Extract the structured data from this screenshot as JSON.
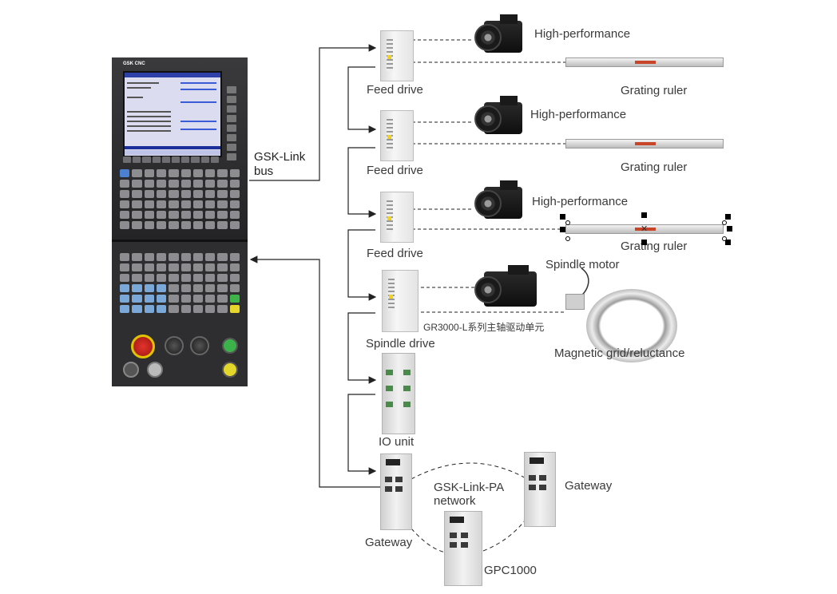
{
  "bus_label": {
    "line1": "GSK-Link",
    "line2": "bus"
  },
  "cnc": {
    "brand": "GSK CNC"
  },
  "feed_drives": [
    {
      "label": "Feed drive",
      "motor_label": "High-performance",
      "ruler_label": "Grating ruler"
    },
    {
      "label": "Feed drive",
      "motor_label": "High-performance",
      "ruler_label": "Grating ruler"
    },
    {
      "label": "Feed drive",
      "motor_label": "High-performance",
      "ruler_label": "Grating ruler"
    }
  ],
  "spindle": {
    "drive_label": "Spindle drive",
    "motor_label": "Spindle motor",
    "unit_label": "GR3000-L系列主轴驱动单元",
    "encoder_label": "Magnetic grid/reluctance"
  },
  "io_unit": {
    "label": "IO unit"
  },
  "network": {
    "label_line1": "GSK-Link-PA",
    "label_line2": "network",
    "gateway_left": "Gateway",
    "gateway_right": "Gateway",
    "gpc": "GPC1000"
  }
}
